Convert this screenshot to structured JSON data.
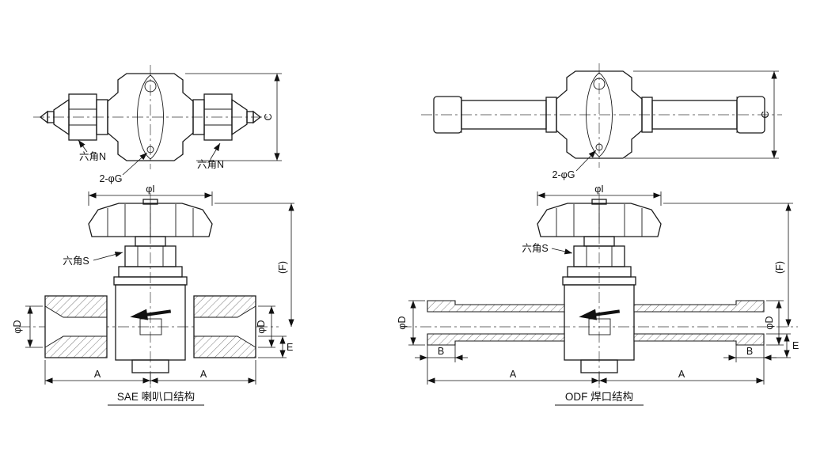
{
  "page": {
    "background": "#ffffff",
    "line_color": "#1a1a1a"
  },
  "left": {
    "caption": "SAE 喇叭口结构",
    "top": {
      "hexN_left": "六角N",
      "hexN_right": "六角N",
      "holes": "2-φG",
      "C": "C"
    },
    "front": {
      "phiI": "φI",
      "hexS": "六角S",
      "F": "(F)",
      "phiD_left": "φD",
      "phiD_right": "φD",
      "E": "E",
      "A_left": "A",
      "A_right": "A"
    }
  },
  "right": {
    "caption": "ODF 焊口结构",
    "top": {
      "holes": "2-φG",
      "C": "C"
    },
    "front": {
      "phiI": "φI",
      "hexS": "六角S",
      "F": "(F)",
      "phiD_left": "φD",
      "phiD_right": "φD",
      "B_left": "B",
      "B_right": "B",
      "E": "E",
      "A_left": "A",
      "A_right": "A"
    }
  }
}
